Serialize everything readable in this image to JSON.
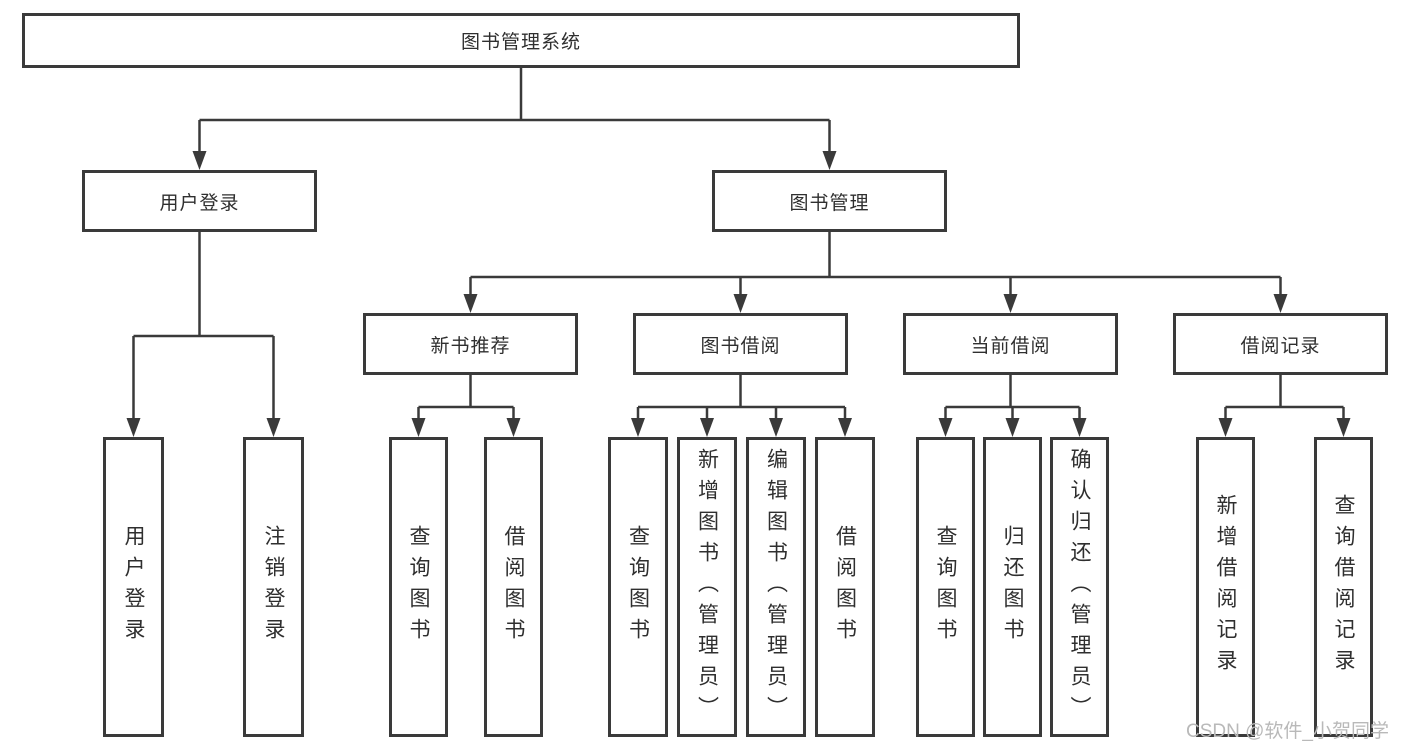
{
  "nodes": {
    "root": "图书管理系统",
    "userLogin": {
      "label": "用户登录",
      "children": [
        "用户登录",
        "注销登录"
      ]
    },
    "bookMgmt": {
      "label": "图书管理",
      "children": [
        {
          "label": "新书推荐",
          "children": [
            "查询图书",
            "借阅图书"
          ]
        },
        {
          "label": "图书借阅",
          "children": [
            "查询图书",
            "新增图书（管理员）",
            "编辑图书（管理员）",
            "借阅图书"
          ]
        },
        {
          "label": "当前借阅",
          "children": [
            "查询图书",
            "归还图书",
            "确认归还（管理员）"
          ]
        },
        {
          "label": "借阅记录",
          "children": [
            "新增借阅记录",
            "查询借阅记录"
          ]
        }
      ]
    }
  },
  "watermark": {
    "text": "CSDN @软件_小贺同学"
  },
  "colors": {
    "line": "#3a3a3a",
    "box_border": "#3a3a3a",
    "box_bg": "#ffffff",
    "watermark": "#b9b9b9"
  }
}
